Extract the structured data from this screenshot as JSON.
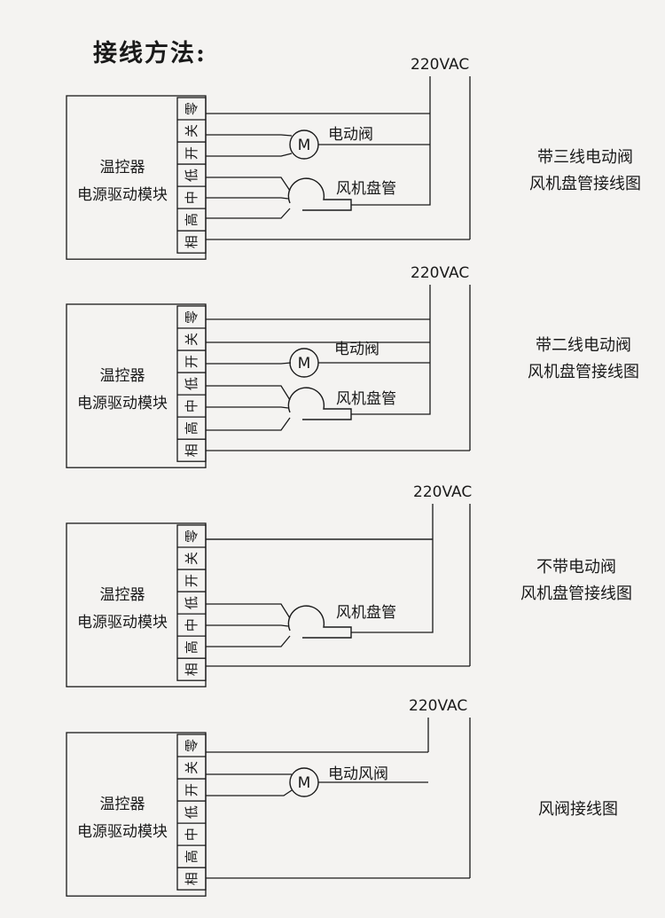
{
  "title": "接线方法:",
  "colors": {
    "ink": "#1a1a1a",
    "paper": "#f4f3f1"
  },
  "terminal_labels": [
    "零",
    "关",
    "开",
    "低",
    "中",
    "高",
    "相"
  ],
  "diagrams": [
    {
      "supply_label": "220VAC",
      "box_lines": [
        "温控器",
        "电源驱动模块"
      ],
      "caption": [
        "带三线电动阀",
        "风机盘管接线图"
      ],
      "valve": "电动阀",
      "fan": "风机盘管"
    },
    {
      "supply_label": "220VAC",
      "box_lines": [
        "温控器",
        "电源驱动模块"
      ],
      "caption": [
        "带二线电动阀",
        "风机盘管接线图"
      ],
      "valve": "电动阀",
      "fan": "风机盘管"
    },
    {
      "supply_label": "220VAC",
      "box_lines": [
        "温控器",
        "电源驱动模块"
      ],
      "caption": [
        "不带电动阀",
        "风机盘管接线图"
      ],
      "fan": "风机盘管"
    },
    {
      "supply_label": "220VAC",
      "box_lines": [
        "温控器",
        "电源驱动模块"
      ],
      "caption": [
        "风阀接线图"
      ],
      "valve": "电动风阀"
    }
  ]
}
